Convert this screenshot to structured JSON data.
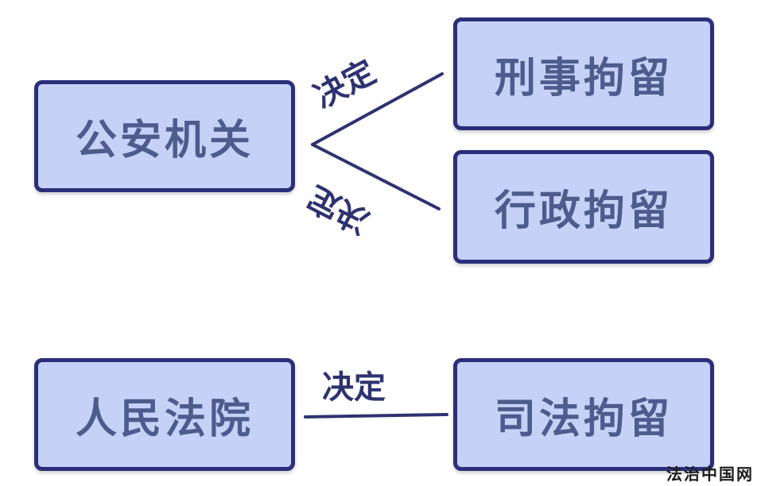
{
  "diagram": {
    "nodes": {
      "public_security": "公安机关",
      "criminal_detention": "刑事拘留",
      "administrative_detention": "行政拘留",
      "court": "人民法院",
      "judicial_detention": "司法拘留"
    },
    "edges": {
      "to_criminal": "决定",
      "to_administrative": "决定",
      "to_judicial": "决定"
    }
  },
  "watermark": "法治中国网",
  "colors": {
    "box_fill": "#c6d1f7",
    "box_border": "#2b2f7a",
    "box_text": "#4d5c8d",
    "line": "#2d3370",
    "edge_text": "#2d3370"
  }
}
